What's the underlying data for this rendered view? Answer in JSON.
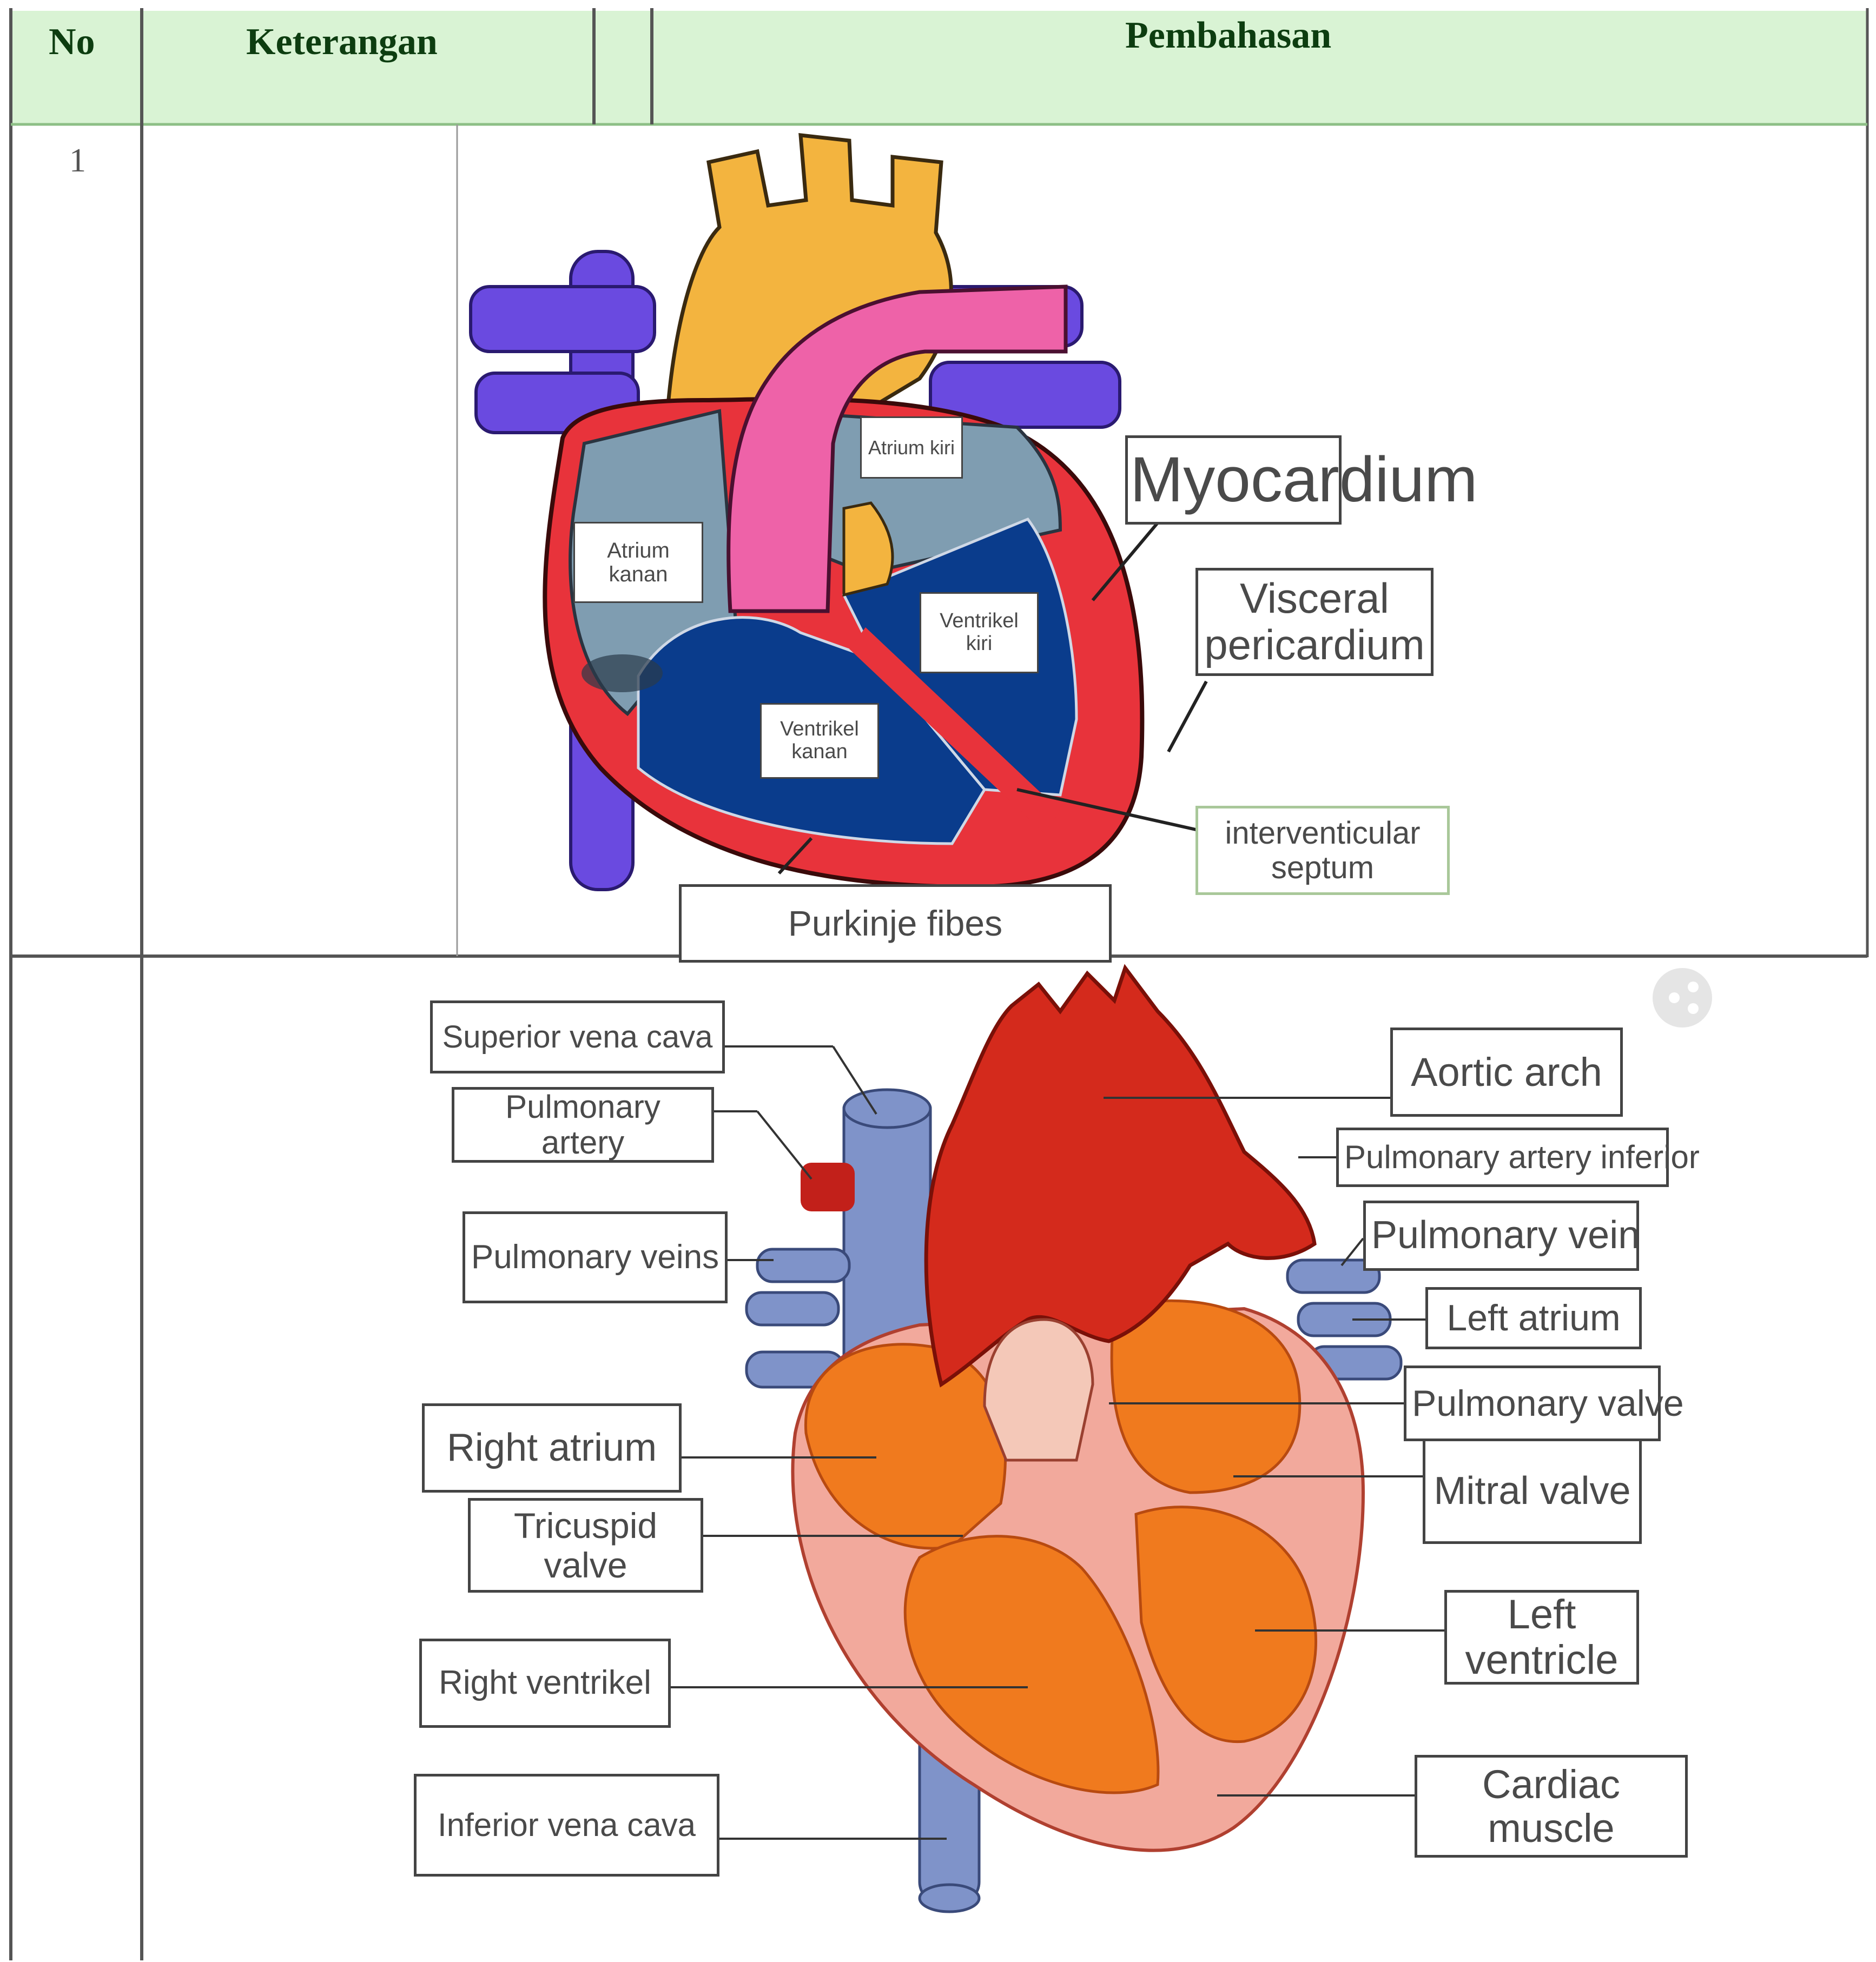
{
  "table": {
    "headers": [
      "No",
      "Keterangan",
      "Pembahasan"
    ],
    "row_number": "1"
  },
  "colors": {
    "header_bg": "#d9f3d4",
    "header_text": "#0d3d10",
    "grid_line": "#555555",
    "vena_cava_purple": "#6a4ae0",
    "aorta_orange": "#f3b43f",
    "pulmonary_pink": "#ee62a8",
    "atrium_grey_blue": "#7f9db1",
    "ventricle_blue": "#0a3c8c",
    "myocardium_red": "#e8333b",
    "heart2_red": "#d42a1c",
    "heart2_orange": "#f07a1e",
    "heart2_muscle_pink": "#f2a99c",
    "heart2_vein_blue": "#7f93c9"
  },
  "diagram1": {
    "labels": {
      "atrium_kiri": "Atrium kiri",
      "atrium_kanan": "Atrium kanan",
      "ventrikel_kiri": "Ventrikel kiri",
      "ventrikel_kanan": "Ventrikel kanan",
      "myocardium": "Myocardium",
      "visceral_pericardium": "Visceral pericardium",
      "interventricular_septum": "interventicular septum",
      "purkinje_fibers": "Purkinje fibes"
    }
  },
  "diagram2": {
    "labels": {
      "superior_vena_cava": "Superior vena cava",
      "pulmonary_artery": "Pulmonary artery",
      "pulmonary_veins": "Pulmonary veins",
      "right_atrium": "Right atrium",
      "tricuspid_valve": "Tricuspid valve",
      "right_ventricle": "Right ventrikel",
      "inferior_vena_cava": "Inferior vena cava",
      "aortic_arch": "Aortic arch",
      "pulmonary_artery_inferior": "Pulmonary artery inferior",
      "pulmonary_vein": "Pulmonary vein",
      "left_atrium": "Left atrium",
      "pulmonary_valve": "Pulmonary valve",
      "mitral_valve": "Mitral valve",
      "left_ventricle": "Left ventricle",
      "cardiac_muscle": "Cardiac muscle"
    }
  }
}
